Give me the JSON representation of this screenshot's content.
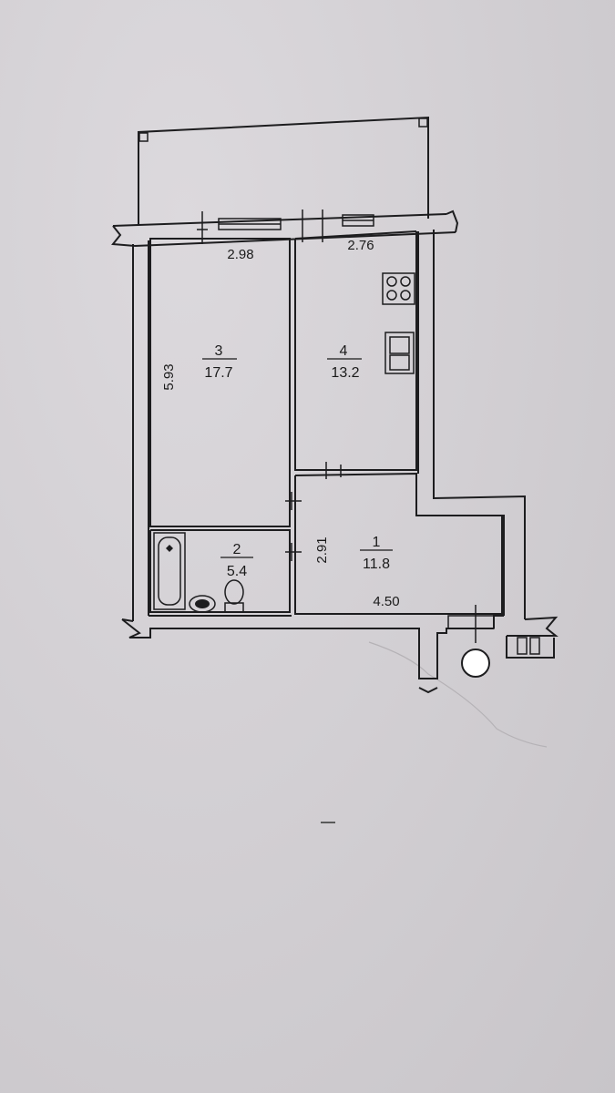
{
  "rooms": [
    {
      "number": "3",
      "area": "17.7"
    },
    {
      "number": "4",
      "area": "13.2"
    },
    {
      "number": "2",
      "area": "5.4"
    },
    {
      "number": "1",
      "area": "11.8"
    }
  ],
  "dimensions": {
    "room3_width": "2.98",
    "room4_width": "2.76",
    "room3_length": "5.93",
    "room1_depth": "2.91",
    "room1_length": "4.50"
  }
}
